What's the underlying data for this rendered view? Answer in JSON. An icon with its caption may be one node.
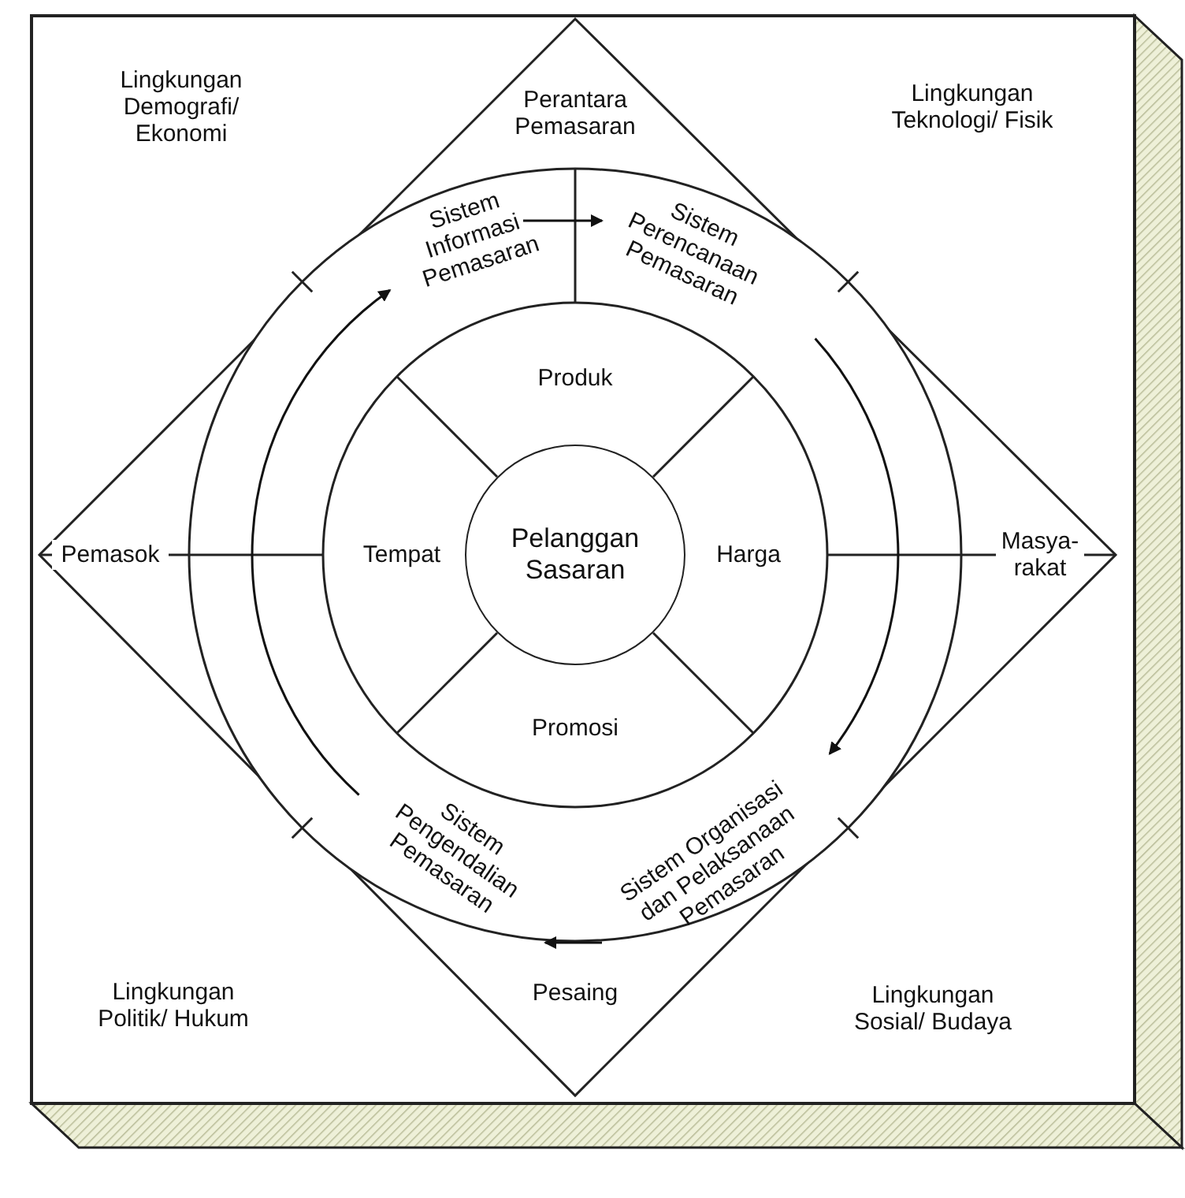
{
  "diagram": {
    "nodes": [
      {
        "text": [
          "Perantara Pemasaran"
        ]
      },
      {
        "text": [
          "Sistem Informasi Pemasaran"
        ]
      },
      {
        "text": [
          "Sistem Perencanaan Pemasaran"
        ]
      },
      {
        "text": [
          "Produk"
        ]
      },
      {
        "text": [
          "Pemasok"
        ]
      },
      {
        "text": [
          "Tempat"
        ]
      },
      {
        "text": [
          "Pelanggan Sasaran"
        ]
      },
      {
        "text": [
          "Harga"
        ]
      },
      {
        "text": [
          "Masya- rakat"
        ]
      },
      {
        "text": [
          "Promosi"
        ]
      },
      {
        "text": [
          "Sistem Pengendalian Pemasaran"
        ]
      },
      {
        "text": [
          "Sistem Organisasi dan Pelaksanaan Pemasaran"
        ]
      },
      {
        "text": [
          "Pesaing"
        ]
      }
    ],
    "edges": [
      {
        "from": 1,
        "to": 2,
        "arrow": "to"
      },
      {
        "from": 2,
        "to": 11,
        "arrow": "to"
      },
      {
        "from": 11,
        "to": 10,
        "arrow": "to"
      },
      {
        "from": 10,
        "to": 1,
        "arrow": "to"
      }
    ],
    "labels": [
      "Lingkungan Demografi/ Ekonomi",
      "Lingkungan Teknologi/ Fisik",
      "Lingkungan Politik/ Hukum",
      "Lingkungan Sosial/ Budaya"
    ]
  }
}
